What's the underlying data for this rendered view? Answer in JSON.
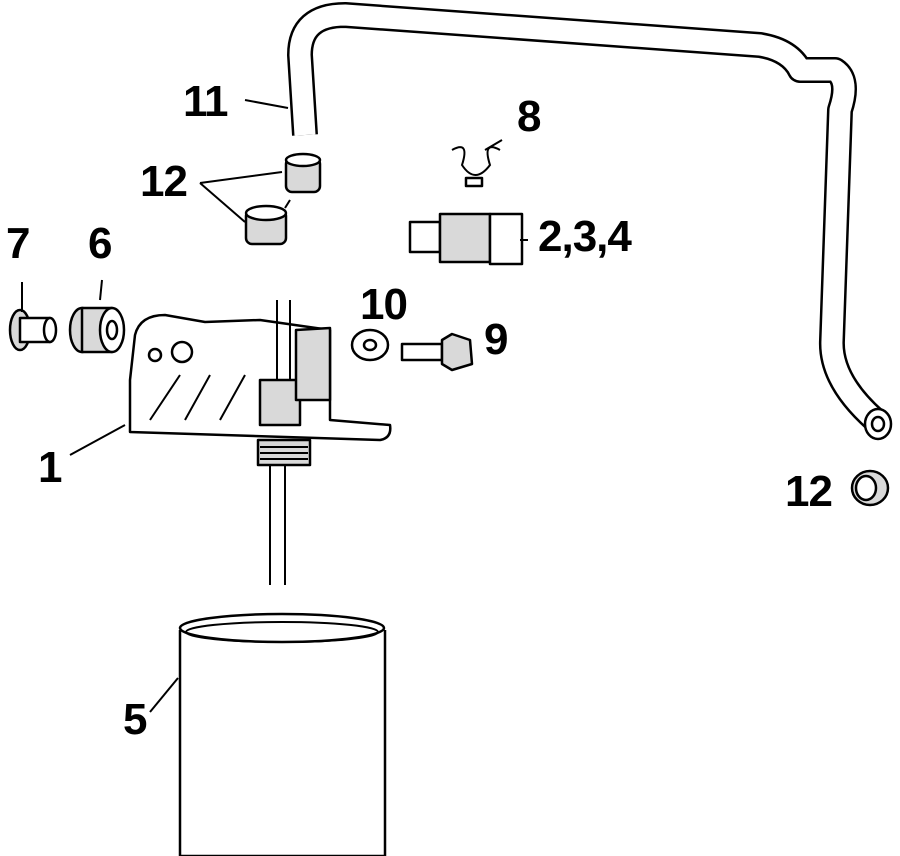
{
  "diagram": {
    "callouts": [
      {
        "id": "11",
        "text": "11",
        "part": "hose"
      },
      {
        "id": "8",
        "text": "8",
        "part": "wire-clip"
      },
      {
        "id": "12a",
        "text": "12",
        "part": "hose-clamp"
      },
      {
        "id": "234",
        "text": "2,3,4",
        "part": "connector-harness"
      },
      {
        "id": "7",
        "text": "7",
        "part": "sleeve"
      },
      {
        "id": "6",
        "text": "6",
        "part": "grommet"
      },
      {
        "id": "10",
        "text": "10",
        "part": "washer"
      },
      {
        "id": "9",
        "text": "9",
        "part": "bolt"
      },
      {
        "id": "1",
        "text": "1",
        "part": "filter-bracket"
      },
      {
        "id": "12b",
        "text": "12",
        "part": "hose-clamp"
      },
      {
        "id": "5",
        "text": "5",
        "part": "filter-element"
      }
    ]
  }
}
